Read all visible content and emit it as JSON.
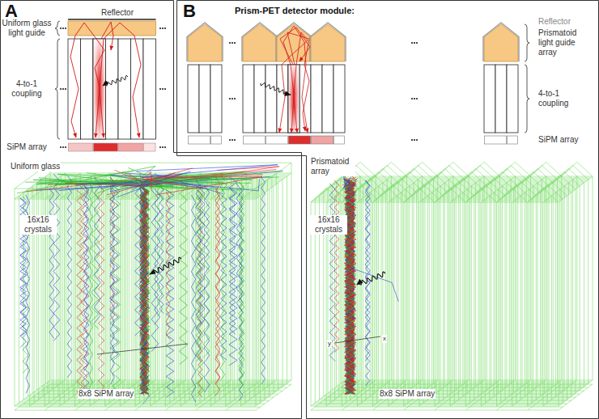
{
  "diagram": {
    "nodes": [
      {
        "text": [
          "A"
        ]
      },
      {
        "text": [
          "B",
          "Prism-PET detector module:"
        ]
      }
    ],
    "labels": [
      "Reflector",
      "Uniform glass light guide",
      "4-to-1 coupling",
      "SiPM array",
      "Uniform glass",
      "16x16 crystals",
      "8x8 SiPM array",
      "Reflector",
      "Prismatoid light guide array",
      "4-to-1 coupling",
      "SiPM array",
      "Prismatoid array",
      "16x16 crystals",
      "8x8 SiPM array",
      "y",
      "x"
    ]
  }
}
